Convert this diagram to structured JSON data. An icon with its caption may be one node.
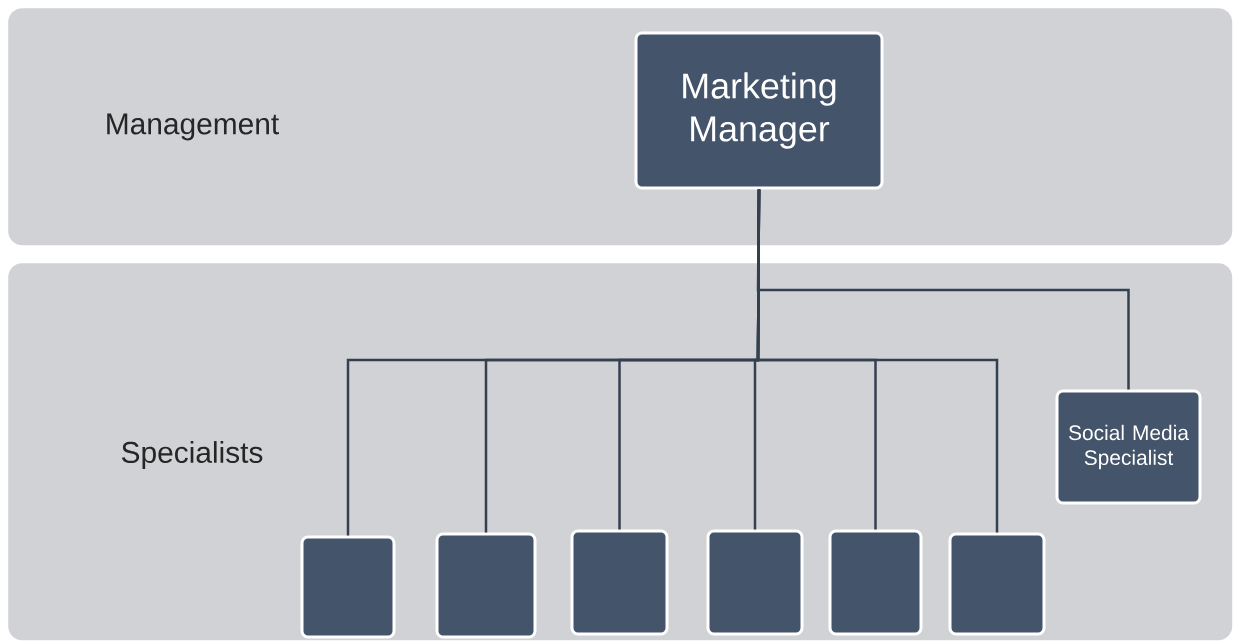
{
  "diagram": {
    "nodes": [
      {
        "text": [
          "Management"
        ]
      },
      {
        "text": [
          "Specialists"
        ]
      },
      {
        "text": [
          "Marketing Manager"
        ],
        "in": 0
      },
      {
        "text": [
          "Social Media Specialist"
        ],
        "in": 1
      },
      {
        "text": [],
        "shape": "box",
        "in": 1
      },
      {
        "text": [],
        "shape": "box",
        "in": 1
      },
      {
        "text": [],
        "shape": "box",
        "in": 1
      },
      {
        "text": [],
        "shape": "box",
        "in": 1
      },
      {
        "text": [],
        "shape": "box",
        "in": 1
      },
      {
        "text": [],
        "shape": "box",
        "in": 1
      }
    ],
    "edges": [
      {
        "from": 2,
        "to": 3,
        "arrow": "none"
      },
      {
        "from": 2,
        "to": 4,
        "arrow": "none"
      },
      {
        "from": 2,
        "to": 5,
        "arrow": "none"
      },
      {
        "from": 2,
        "to": 6,
        "arrow": "none"
      },
      {
        "from": 2,
        "to": 7,
        "arrow": "none"
      },
      {
        "from": 2,
        "to": 8,
        "arrow": "none"
      },
      {
        "from": 2,
        "to": 9,
        "arrow": "none"
      }
    ]
  }
}
